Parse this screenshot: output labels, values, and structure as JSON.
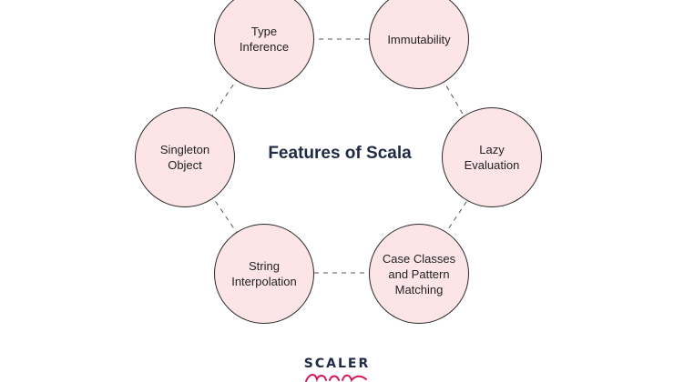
{
  "diagram": {
    "center_title": "Features of Scala",
    "node_fill": "#fde5e7",
    "node_border": "#2b2b2b",
    "nodes": [
      {
        "label": "Type\nInference"
      },
      {
        "label": "Immutability"
      },
      {
        "label": "Lazy\nEvaluation"
      },
      {
        "label": "Case Classes\nand Pattern\nMatching"
      },
      {
        "label": "String\nInterpolation"
      },
      {
        "label": "Singleton\nObject"
      }
    ]
  },
  "logo": {
    "word": "SCALER",
    "accent": "#d3175b"
  }
}
